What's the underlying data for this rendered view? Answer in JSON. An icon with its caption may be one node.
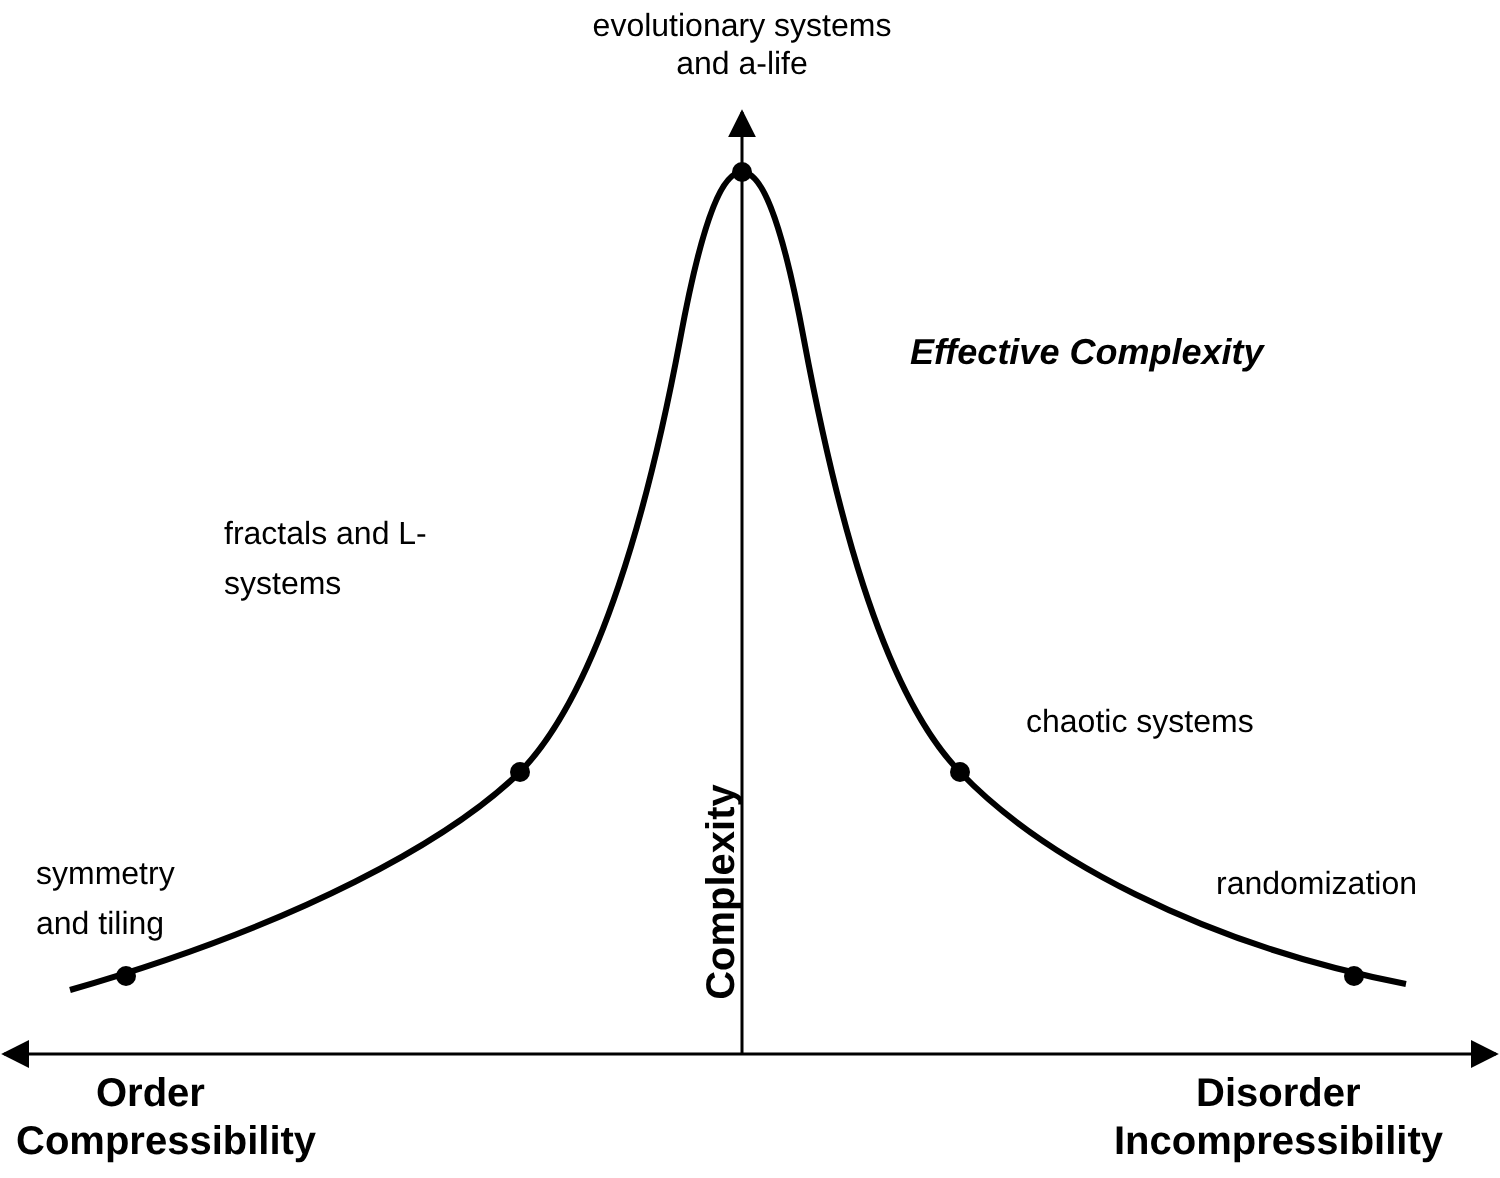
{
  "diagram": {
    "labels": [
      "evolutionary systems and a-life",
      "Effective Complexity",
      "fractals and L-systems",
      "chaotic systems",
      "symmetry and tiling",
      "Complexity",
      "randomization",
      "Order",
      "Compressibility",
      "Disorder",
      "Incompressibility"
    ]
  }
}
